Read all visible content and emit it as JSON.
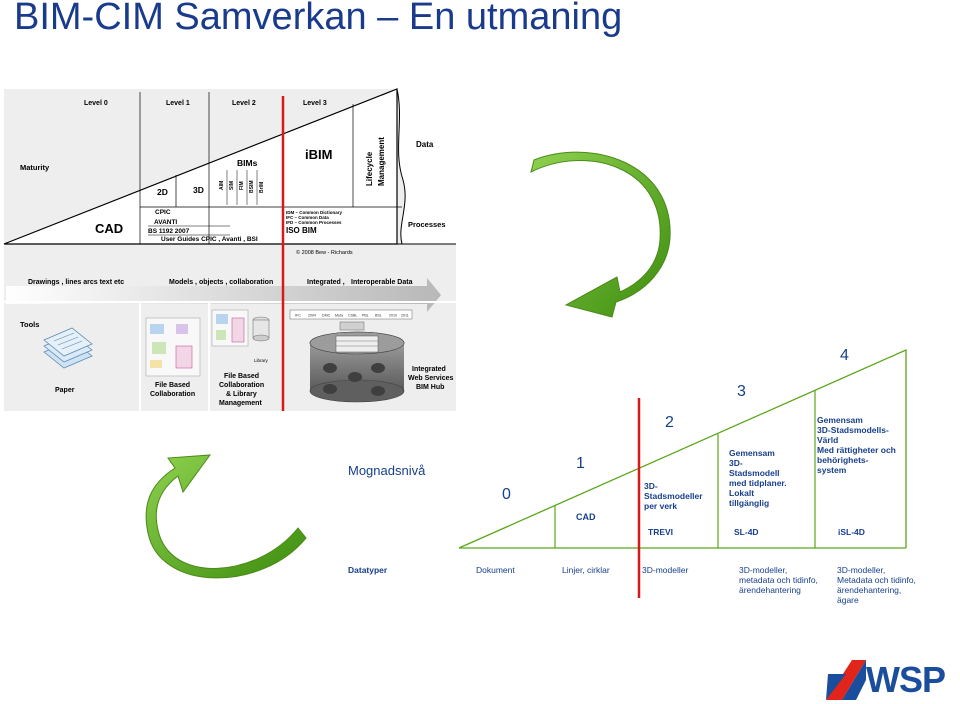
{
  "title": "BIM-CIM Samverkan – En utmaning",
  "bim": {
    "levels": [
      "Level 0",
      "Level 1",
      "Level 2",
      "Level 3"
    ],
    "maturity": "Maturity",
    "stage_2d": "2D",
    "stage_3d": "3D",
    "cad": "CAD",
    "bims": "BIMs",
    "ibim": "iBIM",
    "lifecycle": "Lifecycle",
    "management": "Management",
    "data": "Data",
    "processes": "Processes",
    "bim_vertical": [
      "AIM",
      "SIM",
      "FIM",
      "BSIM",
      "BrIM"
    ],
    "standards": [
      "CPIC",
      "AVANTI",
      "BS 1192  2007",
      "User Guides CPIC , Avanti , BSI"
    ],
    "ifd_lines": [
      "IDM – Common Dictionary",
      "IFC – Common Data",
      "IFD – Common Processes",
      "ISO BIM"
    ],
    "copyright": "© 2008 Bew - Richards",
    "band_left": "Drawings ,  lines arcs text etc",
    "band_mid": "Models , objects , collaboration",
    "band_right_a": "Integrated ,",
    "band_right_b": "Interoperable Data",
    "tools": "Tools",
    "paper": "Paper",
    "file_collab": [
      "File Based",
      "Collaboration"
    ],
    "file_lib": [
      "File Based",
      "Collaboration",
      "& Library",
      "Management"
    ],
    "library": "Library",
    "hub": [
      "Integrated",
      "Web Services",
      "BIM Hub"
    ],
    "standards_bar": [
      "IFC",
      "2004",
      "DMC",
      "Meta",
      "CSBL",
      "PBL",
      "BSL",
      "2010",
      "2011"
    ]
  },
  "cim": {
    "mognad": "Mognadsnivå",
    "levels": [
      "0",
      "1",
      "2",
      "3",
      "4"
    ],
    "cad": "CAD",
    "level2_text": [
      "3D-",
      "Stadsmodeller",
      "per verk"
    ],
    "level3_text": [
      "Gemensam",
      "3D-",
      "Stadsmodell",
      "med tidplaner.",
      "Lokalt",
      "tillgänglig"
    ],
    "level4_text": [
      "Gemensam",
      "3D-Stadsmodells-",
      "Värld",
      "Med rättigheter och",
      "behörighets-",
      "system"
    ],
    "trevi": "TREVI",
    "sl4d": "SL-4D",
    "isl4d": "iSL-4D",
    "datatyper": "Datatyper",
    "dokument": "Dokument",
    "linjer": "Linjer, cirklar",
    "modeller3d": "3D-modeller",
    "col3": [
      "3D-modeller,",
      "metadata och tidinfo,",
      "ärendehantering"
    ],
    "col4": [
      "3D-modeller,",
      "Metadata och tidinfo,",
      "ärendehantering,",
      "ägare"
    ]
  },
  "logo": {
    "text": "WSP"
  },
  "colors": {
    "title": "#1a3b8c",
    "red_line": "#d7191c",
    "arrow_green": "#5aa619",
    "cim_blue": "#173f8c",
    "wsp_blue": "#1a4e9c",
    "wsp_red": "#e1251b"
  }
}
